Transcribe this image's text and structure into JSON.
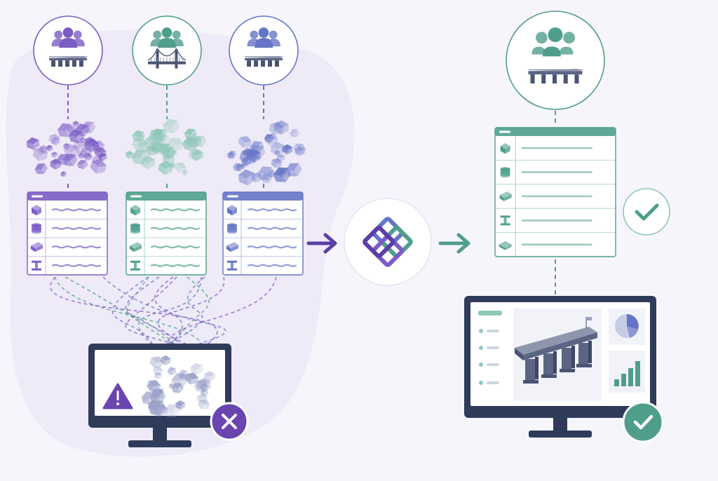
{
  "colors": {
    "purple": "#7b5cc4",
    "purple_dark": "#5c3ea6",
    "teal": "#4f9e8c",
    "teal_light": "#8fc7b8",
    "blue": "#6574c6",
    "navy": "#2f3b5a",
    "warning": "#6a45b0",
    "error": "#6a45b0",
    "success": "#4f9e8c",
    "background": "#f6f5fb",
    "blob": "#ece8f6"
  },
  "workflow": {
    "fragmented_teams": [
      {
        "id": "team-a",
        "accent": "purple",
        "bridge": "girder-bridge"
      },
      {
        "id": "team-b",
        "accent": "teal",
        "bridge": "suspension-bridge"
      },
      {
        "id": "team-c",
        "accent": "blue",
        "bridge": "girder-bridge"
      }
    ],
    "integration_hub_icon": "interlocking-squares-icon",
    "unified_team": {
      "accent": "teal",
      "bridge": "girder-bridge"
    },
    "outcomes": {
      "fragmented": {
        "warning_icon": "warning-triangle-icon",
        "status_icon": "cross-circle-icon"
      },
      "unified": {
        "status_icon": "check-circle-icon",
        "schedule_check_icon": "check-circle-icon",
        "dashboard_icons": [
          "pie-chart-icon",
          "bar-chart-icon"
        ]
      }
    },
    "schedule_row_icons": [
      "cube-icon",
      "cylinder-stack-icon",
      "slab-icon",
      "i-beam-icon",
      "plate-icon"
    ]
  }
}
